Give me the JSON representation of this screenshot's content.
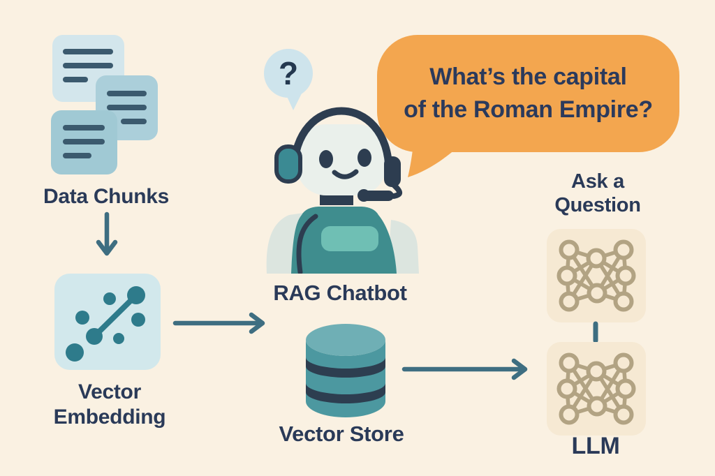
{
  "background_color": "#FAF1E2",
  "accent_colors": {
    "label_text": "#2A3A58",
    "arrow": "#3E6E81",
    "speech_bubble_orange": "#F3A64F",
    "light_blue": "#CEE4EC",
    "card_light": "#D3E6EC",
    "card_medium": "#ABCFDA",
    "card_dark": "#A0C9D4",
    "embedding_dot_teal": "#2E7B8B",
    "robot_body_teal": "#3F8D8E",
    "robot_dark_navy": "#2D3D50",
    "database_teal": "#4C98A0",
    "beige_box": "#F6E9D3",
    "network_tan": "#B2A383"
  },
  "pipeline": {
    "data_chunks": {
      "label": "Data Chunks",
      "icon": "document-stack-icon"
    },
    "vector_embedding": {
      "label_line1": "Vector",
      "label_line2": "Embedding",
      "icon": "scatter-plot-icon"
    },
    "rag_chatbot": {
      "label": "RAG Chatbot",
      "icon": "robot-headset-icon"
    },
    "vector_store": {
      "label": "Vector Store",
      "icon": "database-cylinder-icon"
    },
    "ask_question": {
      "label_line1": "Ask a",
      "label_line2": "Question",
      "icon": "neural-network-icon"
    },
    "llm": {
      "label": "LLM",
      "icon": "neural-network-icon"
    }
  },
  "speech_bubble": {
    "line1": "What’s the capital",
    "line2": "of the Roman Empire?"
  },
  "thought_bubble": {
    "symbol": "?"
  }
}
